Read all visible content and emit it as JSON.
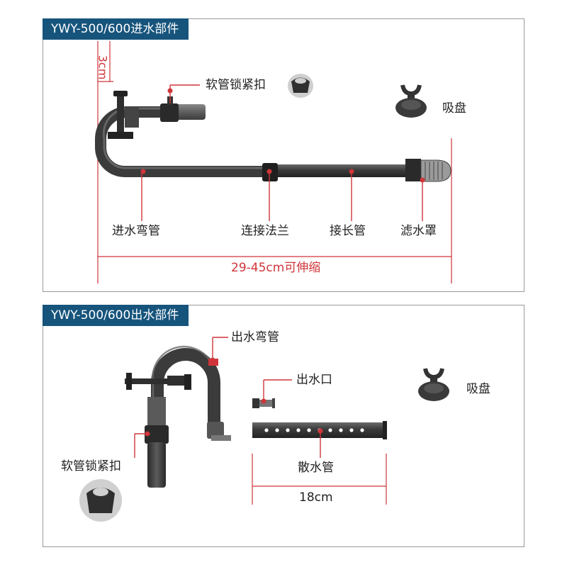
{
  "intake": {
    "header": "YWY-500/600进水部件",
    "dimension_top": "3cm",
    "labels": {
      "hose_clamp": "软管锁紧扣",
      "suction_cup": "吸盘",
      "inlet_elbow": "进水弯管",
      "flange": "连接法兰",
      "extension_pipe": "接长管",
      "filter_guard": "滤水罩"
    },
    "dimension_bottom": "29-45cm可伸缩"
  },
  "outlet": {
    "header": "YWY-500/600出水部件",
    "labels": {
      "outlet_elbow": "出水弯管",
      "outlet_nozzle": "出水口",
      "suction_cup": "吸盘",
      "hose_clamp": "软管锁紧扣",
      "spray_bar": "散水管"
    },
    "dimension_bottom": "18cm"
  },
  "colors": {
    "header_bg": "#16547c",
    "callout": "#d0353a",
    "pipe": "#3b3b3b"
  }
}
